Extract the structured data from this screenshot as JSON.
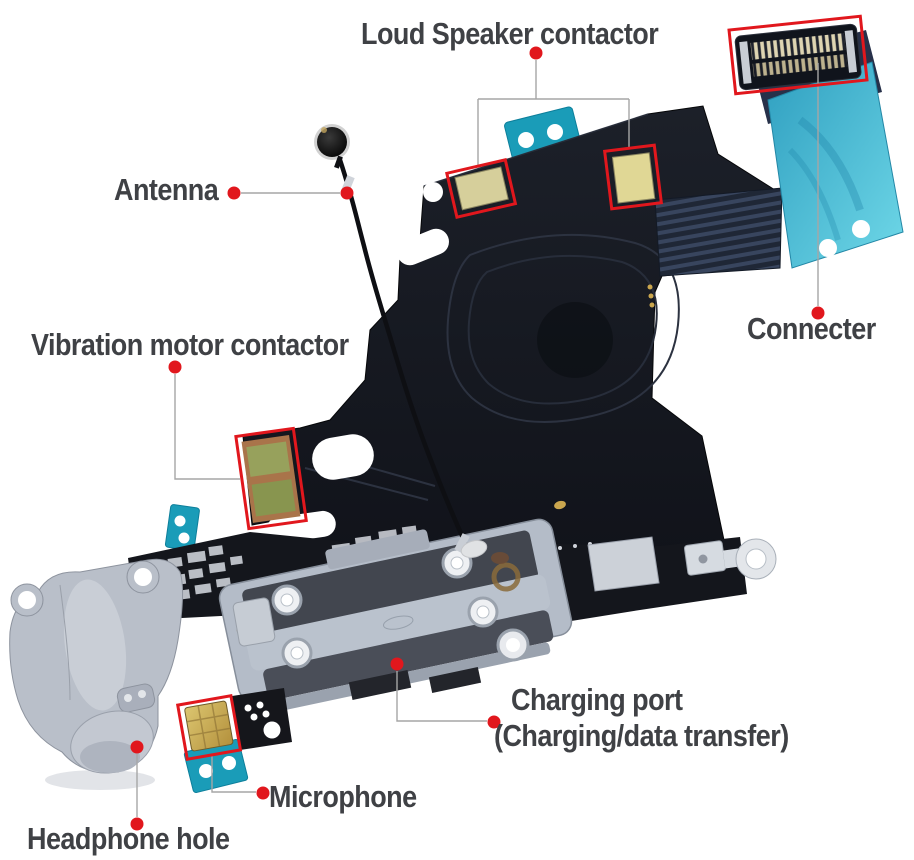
{
  "colors": {
    "background": "#ffffff",
    "label_text": "#3f4145",
    "annotation_red": "#e1171d",
    "callout_line": "#a6a6a6",
    "flex_black": "#15181f",
    "tape_teal": "#3fb4d2",
    "bracket_teal": "#1a9cb8",
    "contact_gold": "#ddd49c",
    "contact_copper": "#a9744a",
    "metal_gray": "#b7bfca"
  },
  "labels": {
    "loud_speaker_contactor": "Loud Speaker contactor",
    "antenna": "Antenna",
    "connecter": "Connecter",
    "vibration_motor_contactor": "Vibration motor contactor",
    "charging_port_line1": "Charging port",
    "charging_port_line2": "(Charging/data transfer)",
    "microphone": "Microphone",
    "headphone_hole": "Headphone hole"
  }
}
